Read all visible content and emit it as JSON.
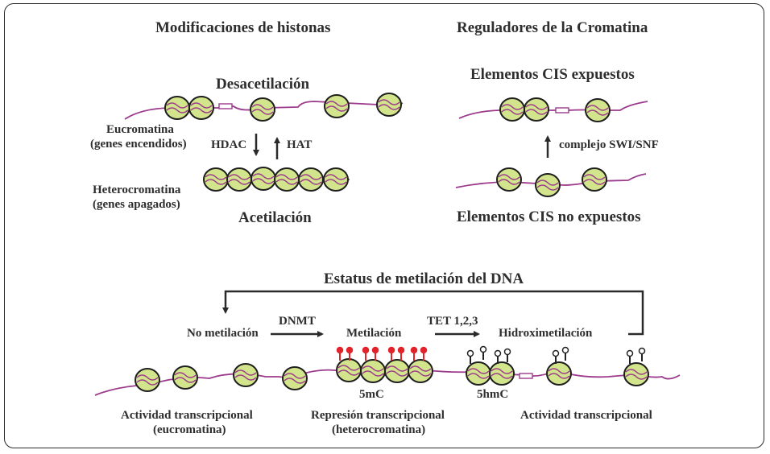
{
  "histone_panel": {
    "title": "Modificaciones de histonas",
    "top_label": "Desacetilación",
    "bottom_label": "Acetilación",
    "euchromatin_label": "Eucromatina",
    "euchromatin_sub": "(genes encendidos)",
    "heterochromatin_label": "Heterocromatina",
    "heterochromatin_sub": "(genes apagados)",
    "down_enzyme": "HDAC",
    "up_enzyme": "HAT"
  },
  "chromatin_panel": {
    "title": "Reguladores de la Cromatina",
    "top_label": "Elementos CIS expuestos",
    "bottom_label": "Elementos CIS no expuestos",
    "enzyme": "complejo SWI/SNF"
  },
  "methylation_panel": {
    "title": "Estatus de metilación del DNA",
    "states": [
      "No metilación",
      "Metilación",
      "Hidroximetilación"
    ],
    "enzymes": [
      "DNMT",
      "TET 1,2,3"
    ],
    "marks": [
      "5mC",
      "5hmC"
    ],
    "outcomes": [
      {
        "line1": "Actividad transcripcional",
        "line2": "(eucromatina)"
      },
      {
        "line1": "Represión transcripcional",
        "line2": "(heterocromatina)"
      },
      {
        "line1": "Actividad transcripcional",
        "line2": ""
      }
    ]
  },
  "colors": {
    "nucleosome_fill": "#d2e48c",
    "dna_strand": "#9c3a8c",
    "outline": "#1e1e1e",
    "methyl_mark": "#e2232a",
    "text": "#2e2e2e"
  }
}
